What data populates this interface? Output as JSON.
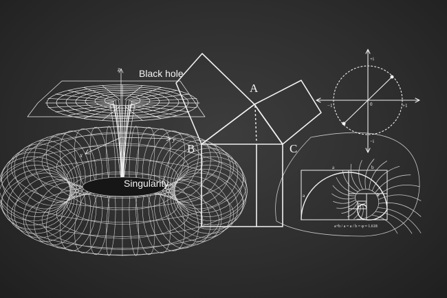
{
  "black_hole": {
    "title": "Black hole",
    "singularity": "Singularity",
    "axis_z": "z",
    "axis_y": "y",
    "axis_x": "x"
  },
  "pythagoras": {
    "vertex_a": "A",
    "vertex_b": "B",
    "vertex_c": "C"
  },
  "complex_circle": {
    "plus_i": "+i",
    "minus_i": "−i",
    "minus_one": "−1",
    "plus_one": "+1",
    "zero": "0"
  },
  "golden_spiral": {
    "label_a1": "a",
    "label_b1": "b",
    "label_a2": "a",
    "label_b2": "b",
    "formula": "a+b / a = a / b = φ ≈ 1.618"
  },
  "colors": {
    "board": "#2e2e2e",
    "chalk": "#f2f2f2"
  }
}
